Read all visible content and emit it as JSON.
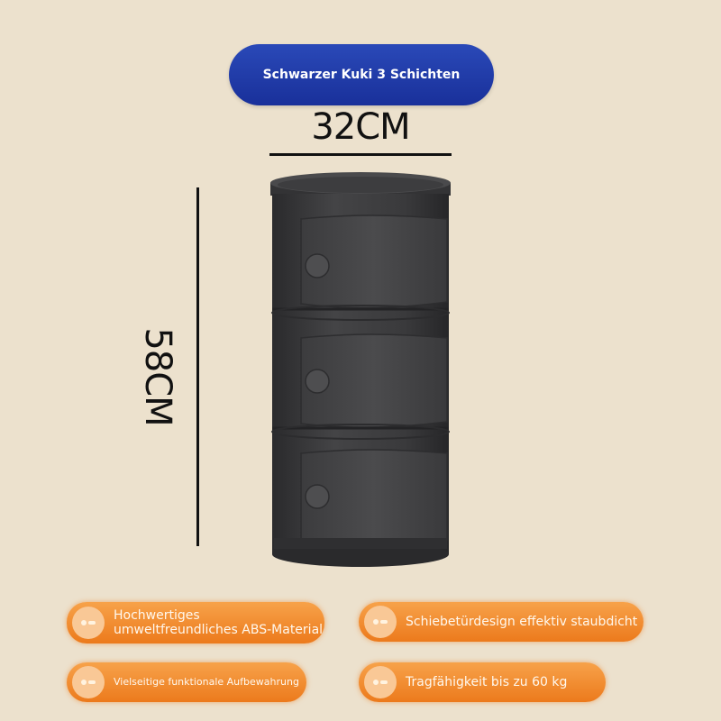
{
  "title": "Schwarzer Kuki 3 Schichten",
  "dimensions": {
    "width_label": "32CM",
    "height_label": "58CM"
  },
  "product": {
    "name": "3-tier round storage cabinet",
    "color": "#3b3b3d"
  },
  "features": [
    {
      "label": "Hochwertiges umweltfreundliches ABS-Material"
    },
    {
      "label": "Schiebetürdesign effektiv staubdicht"
    },
    {
      "label": "Vielseitige funktionale Aufbewahrung"
    },
    {
      "label": "Tragfähigkeit bis zu 60 kg"
    }
  ],
  "colors": {
    "background": "#ece1cd",
    "title_pill": "#1e3aa8",
    "feature_pill": "#f08a2c"
  }
}
